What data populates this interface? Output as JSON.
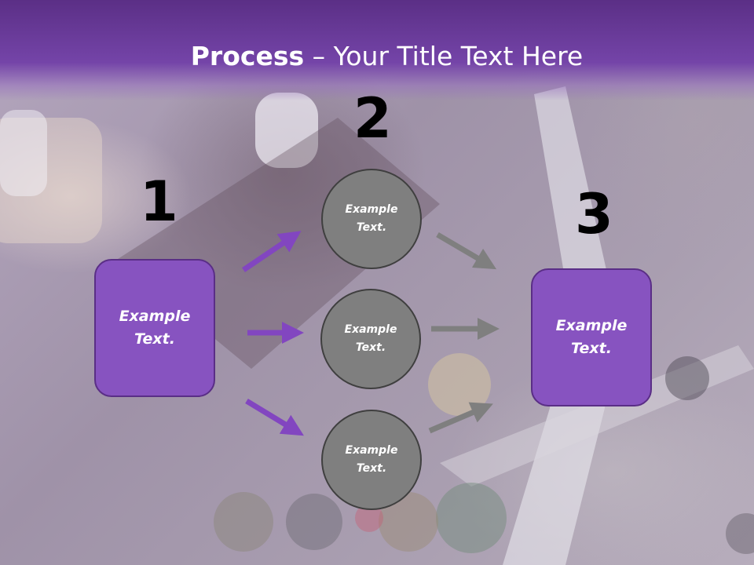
{
  "title": {
    "bold": "Process",
    "rest": " – Your Title Text Here"
  },
  "steps": {
    "one": {
      "number": "1",
      "text": "Example Text."
    },
    "two": {
      "number": "2"
    },
    "three": {
      "number": "3",
      "text": "Example Text."
    }
  },
  "circles": [
    {
      "text": "Example Text."
    },
    {
      "text": "Example Text."
    },
    {
      "text": "Example Text."
    }
  ],
  "colors": {
    "header": "#7444a8",
    "box_fill": "#8753c0",
    "circle_fill": "#7f7f7f",
    "purple_arrow": "#8246c0",
    "gray_arrow": "#7f7f7f"
  }
}
